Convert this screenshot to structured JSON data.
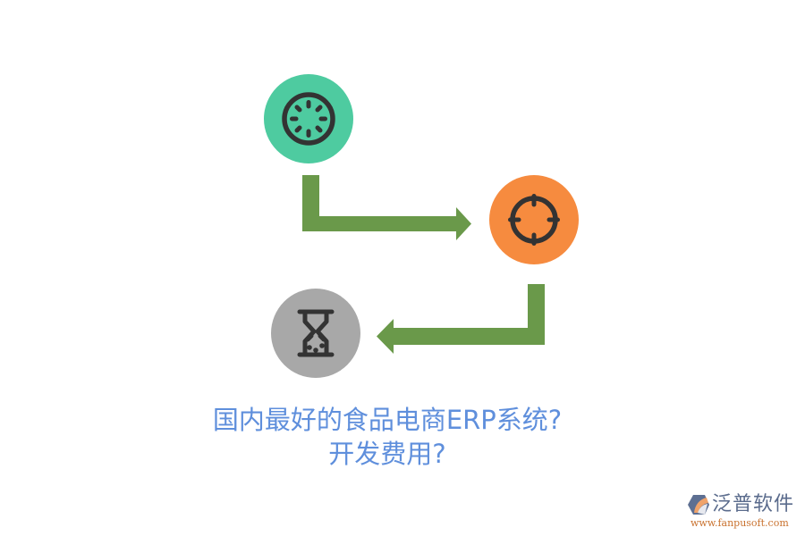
{
  "diagram": {
    "nodes": [
      {
        "id": "step-1",
        "icon": "loading-spinner-icon",
        "color": "#4ecba0",
        "icon_color": "#333333"
      },
      {
        "id": "step-2",
        "icon": "crosshair-target-icon",
        "color": "#f68b3f",
        "icon_color": "#333333"
      },
      {
        "id": "step-3",
        "icon": "hourglass-icon",
        "color": "#a8a8a8",
        "icon_color": "#333333"
      }
    ],
    "edges": [
      {
        "from": "step-1",
        "to": "step-2",
        "shape": "elbow-down-right",
        "color": "#6a994a"
      },
      {
        "from": "step-2",
        "to": "step-3",
        "shape": "elbow-down-left",
        "color": "#6a994a"
      }
    ]
  },
  "title": {
    "line1": "国内最好的食品电商ERP系统?",
    "line2": "开发费用?",
    "color": "#5f8fdc"
  },
  "watermark": {
    "brand": "泛普软件",
    "url": "www.fanpusoft.com"
  }
}
